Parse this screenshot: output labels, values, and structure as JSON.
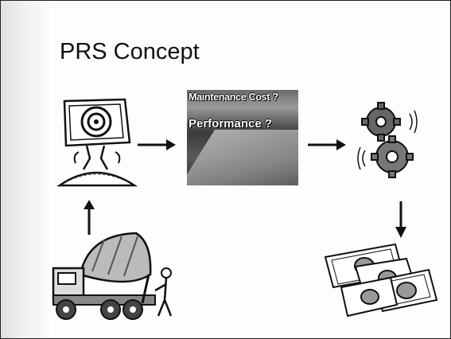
{
  "title": "PRS Concept",
  "road_labels": [
    "Maintenance Cost ?",
    "Performance ?"
  ],
  "icons": {
    "target_pavement": "target-pavement-icon",
    "road_photo": "road-photo",
    "gears": "gears-icon",
    "money": "money-icon",
    "mixer_truck": "concrete-mixer-truck-icon"
  }
}
